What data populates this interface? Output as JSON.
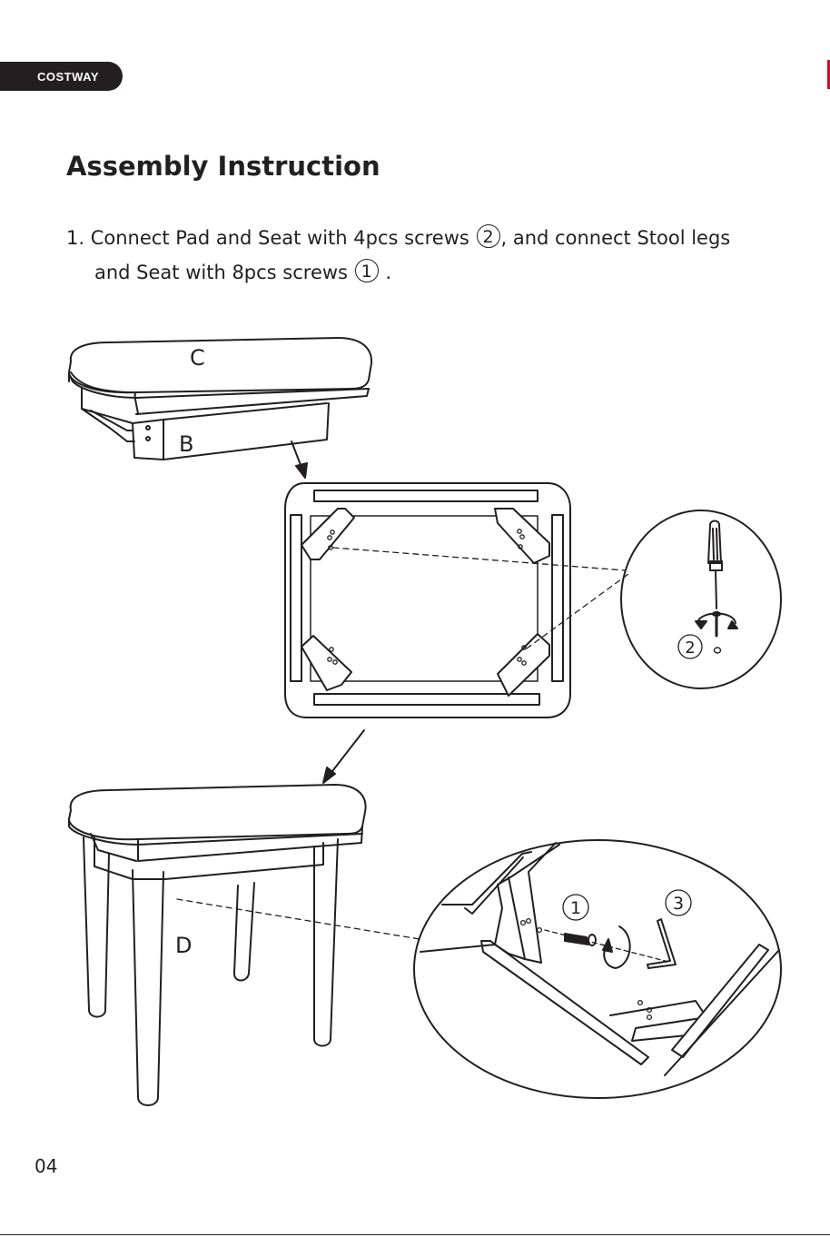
{
  "header": {
    "brand": "COSTWAY"
  },
  "title": "Assembly Instruction",
  "step1": {
    "number": "1.",
    "line1_a": "Connect Pad and Seat with 4pcs screws",
    "screw_pad": "2",
    "line1_b": ", and connect Stool legs",
    "line2_a": "and Seat with 8pcs screws",
    "screw_legs": "1",
    "line2_b": " ."
  },
  "diagram": {
    "label_cushion": "C",
    "label_pad": "B",
    "label_legs": "D",
    "callout_screwdriver": "2",
    "callout_screw": "1",
    "callout_allen_key": "3"
  },
  "footer": {
    "page_number": "04"
  }
}
